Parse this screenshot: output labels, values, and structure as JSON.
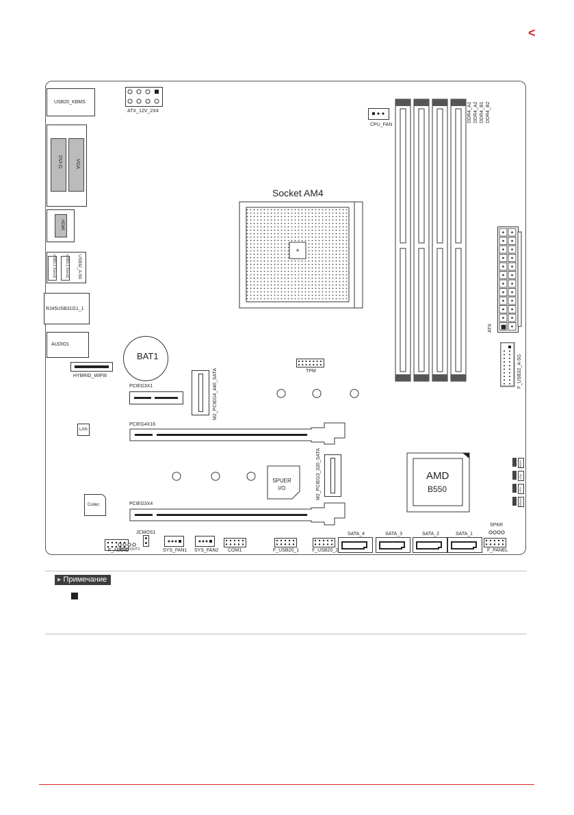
{
  "page": {
    "corner_mark": "<",
    "accent_color": "#d3262b"
  },
  "board": {
    "usb20_kbms": "USB20_KBMS",
    "atx_12v": "ATX_12V_2X4",
    "dvi_d": "DVI-D",
    "vga": "VGA",
    "hdmi": "HDMI",
    "usb32_a5g": "USB32_A-5G",
    "usb32_gen1": "USB3.2 (Gen1)",
    "rj45": "RJ45USB31G1_1",
    "audio1": "AUDIO1",
    "hybrid_wifi": "HYBRID_WIFI6",
    "bat1": "BAT1",
    "socket": "Socket AM4",
    "cpu_fan": "CPU_FAN",
    "ddr4_a1": "DDR4_A1",
    "ddr4_a2": "DDR4_A2",
    "ddr4_b1": "DDR4_B1",
    "ddr4_b2": "DDR4_B2",
    "atx": "ATX",
    "f_usb32_a5g": "F_USB32_A-5G",
    "tpm": "TPM",
    "pcieg3x1": "PCIEG3X1",
    "m2_pcieg4": "M2_PCIEG4_440_SATA",
    "lan": "LAN",
    "pcieg4x16": "PCIEG4X16",
    "m2_pcieg3": "M2_PCIEG3_320_SATA",
    "super_io": "SPUER\nI/O",
    "amd": "AMD",
    "b550": "B550",
    "codec": "Codec",
    "pcieg3x4": "PCIEG3X4",
    "spkr": "SPKR",
    "jcmos1": "JCMOS1",
    "f_audio": "F_AUDIO",
    "jspdifout1": "JSPDIFOUT1",
    "sys_fan1": "SYS_FAN1",
    "sys_fan2": "SYS_FAN2",
    "com1": "COM1",
    "f_usb20_1": "F_USB20_1",
    "f_usb20_2": "F_USB20_2",
    "sata_4": "SATA_4",
    "sata_3": "SATA_3",
    "sata_2": "SATA_2",
    "sata_1": "SATA_1",
    "f_panel": "F_PANEL",
    "led_boot": "BOOT",
    "led_vga": "VGA",
    "led_cpu": "CPU",
    "led_dram": "DRAM"
  },
  "note": {
    "title": "Примечание"
  }
}
